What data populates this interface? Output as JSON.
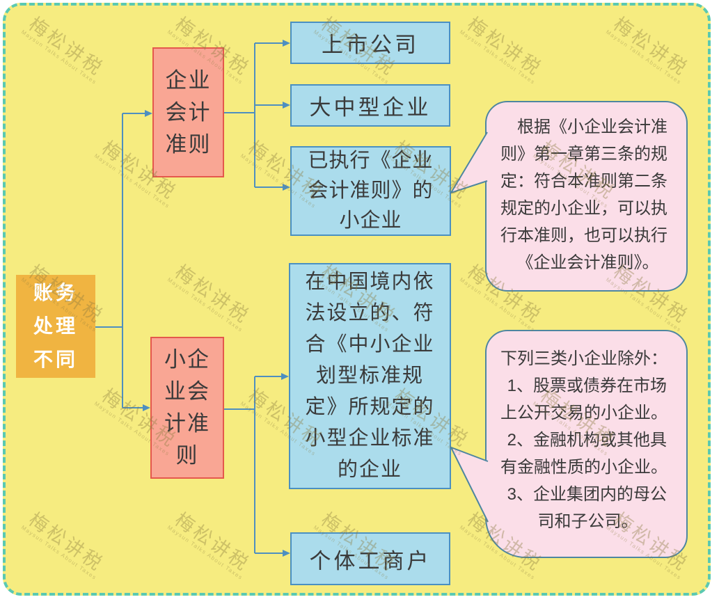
{
  "root_node": {
    "lines": [
      "账务",
      "处理",
      "不同"
    ]
  },
  "branches": {
    "enterprise": {
      "lines": [
        "企业",
        "会计",
        "准则"
      ]
    },
    "small": {
      "lines": [
        "小企",
        "业会",
        "计准",
        "则"
      ]
    }
  },
  "leaves": {
    "listed_company": "上市公司",
    "large_medium_enterprise": "大中型企业",
    "executed_standard": {
      "lines": [
        "已执行《企业",
        "会计准则》的",
        "小企业"
      ]
    },
    "qualified_small_enterprise": {
      "lines": [
        "在中国境内依",
        "法设立的、符",
        "合《中小企业",
        "划型标准规",
        "定》所规定的",
        "小型企业标准",
        "的企业"
      ]
    },
    "individual_business": "个体工商户"
  },
  "callouts": {
    "rule_note": {
      "lines": [
        "根据《小企业会计准",
        "则》第一章第三条的规",
        "定：符合本准则第二条",
        "规定的小企业，可以执",
        "行本准则，也可以执行",
        "《企业会计准则》。"
      ]
    },
    "exception_note": {
      "lines": [
        "下列三类小企业除外：",
        "1、股票或债券在市场",
        "上公开交易的小企业。",
        "2、金融机构或其他具",
        "有金融性质的小企业。",
        "3、企业集团内的母公",
        "司和子公司。"
      ]
    }
  },
  "watermark": {
    "text": "梅松讲税",
    "subtext": "Maysun Talks About Taxes"
  },
  "colors": {
    "background": "#F6EC80",
    "frame_dash": "#5BC9B1",
    "root_fill": "#F0B441",
    "branch_fill": "#F9A694",
    "branch_border": "#E4584C",
    "leaf_fill": "#ABDCEC",
    "leaf_border": "#4A90C2",
    "callout_fill": "#FBDEE8",
    "callout_border": "#4E86A0",
    "connector": "#4E8FC0",
    "text": "#3A3A3A"
  }
}
